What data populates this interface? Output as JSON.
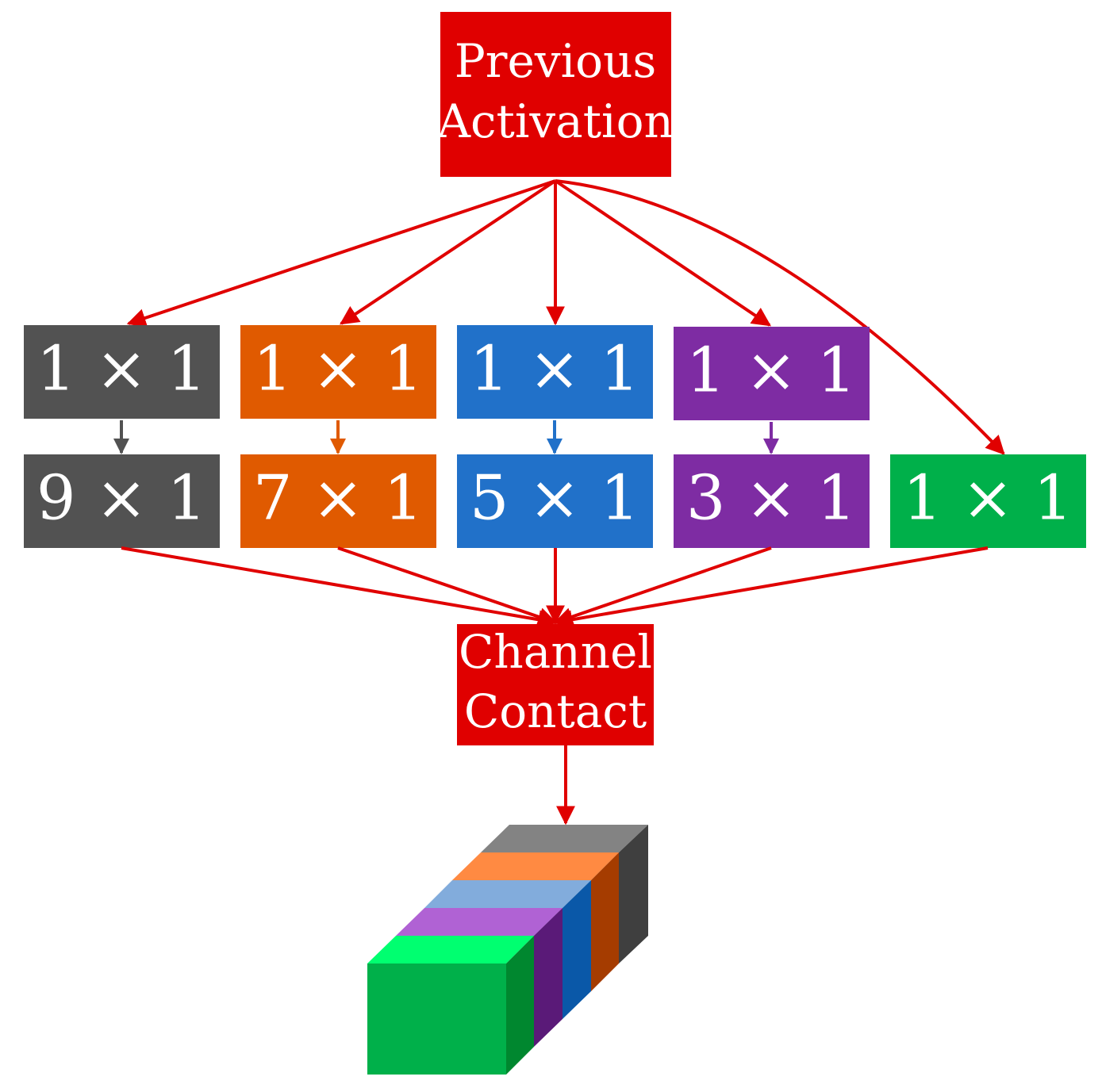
{
  "colors": {
    "red": "#e00000",
    "gray": "#525252",
    "orange": "#e05a00",
    "blue": "#2171c9",
    "purple": "#7e2ca3",
    "green": "#00b04a"
  },
  "source": {
    "line1": "Previous",
    "line2": "Activation"
  },
  "branches": [
    {
      "reduce": "1 × 1",
      "conv": "9 × 1",
      "color": "gray"
    },
    {
      "reduce": "1 × 1",
      "conv": "7 × 1",
      "color": "orange"
    },
    {
      "reduce": "1 × 1",
      "conv": "5 × 1",
      "color": "blue"
    },
    {
      "reduce": "1 × 1",
      "conv": "3 × 1",
      "color": "purple"
    },
    {
      "reduce": "",
      "conv": "1 × 1",
      "color": "green"
    }
  ],
  "concat": {
    "line1": "Channel",
    "line2": "Contact"
  },
  "output_block": {
    "layers": [
      "green",
      "purple",
      "blue",
      "orange",
      "gray"
    ]
  }
}
